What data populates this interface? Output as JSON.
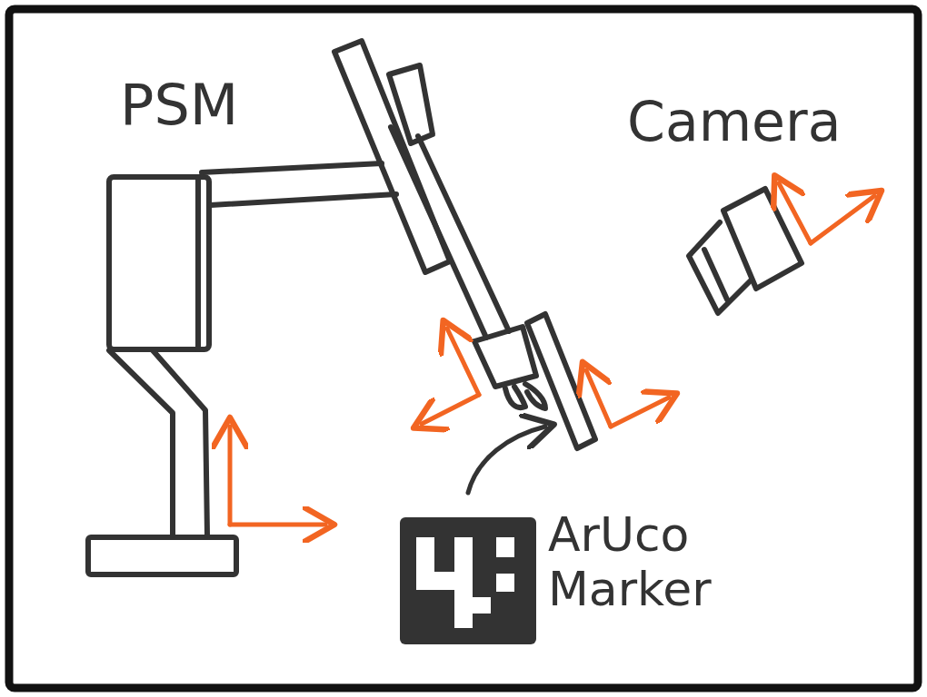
{
  "diagram": {
    "labels": [
      "PSM",
      "Camera",
      "ArUco Marker"
    ]
  }
}
